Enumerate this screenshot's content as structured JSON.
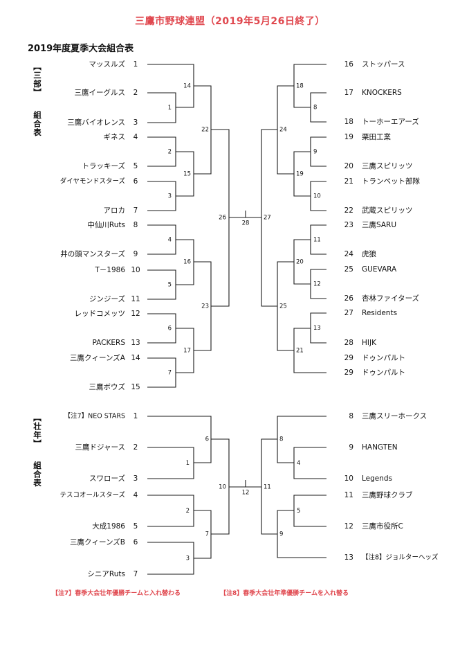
{
  "title": "三鷹市野球連盟（2019年5月26日終了）",
  "subtitle": "2019年度夏季大会組合表",
  "sections": [
    {
      "label_top": "【三部】",
      "label_bottom": "組合表"
    },
    {
      "label_top": "【壮年】",
      "label_bottom": "組合表"
    }
  ],
  "notes": [
    "【注7】春季大会壮年優勝チームと入れ替わる",
    "【注8】春季大会壮年準優勝チームを入れ替る"
  ],
  "teams": [
    {
      "n": "1",
      "name": "マッスルズ"
    },
    {
      "n": "2",
      "name": "三鷹イーグルス"
    },
    {
      "n": "3",
      "name": "三鷹バイオレンス"
    },
    {
      "n": "4",
      "name": "ギネス"
    },
    {
      "n": "5",
      "name": "トラッキーズ"
    },
    {
      "n": "6",
      "name": "ダイヤモンドスターズ"
    },
    {
      "n": "7",
      "name": "アロカ"
    },
    {
      "n": "8",
      "name": "中仙川Ruts"
    },
    {
      "n": "9",
      "name": "井の頭マンスターズ"
    },
    {
      "n": "10",
      "name": "T－1986"
    },
    {
      "n": "11",
      "name": "ジンジーズ"
    },
    {
      "n": "12",
      "name": "レッドコメッツ"
    },
    {
      "n": "13",
      "name": "PACKERS"
    },
    {
      "n": "14",
      "name": "三鷹クィーンズA"
    },
    {
      "n": "15",
      "name": "三鷹ボウズ"
    },
    {
      "n": "16",
      "name": "ストッパース"
    },
    {
      "n": "17",
      "name": "KNOCKERS"
    },
    {
      "n": "18",
      "name": "トーホーエアーズ"
    },
    {
      "n": "19",
      "name": "栗田工業"
    },
    {
      "n": "20",
      "name": "三鷹スピリッツ"
    },
    {
      "n": "21",
      "name": "トランペット部隊"
    },
    {
      "n": "22",
      "name": "武蔵スピリッツ"
    },
    {
      "n": "23",
      "name": "三鷹SARU"
    },
    {
      "n": "24",
      "name": "虎狼"
    },
    {
      "n": "25",
      "name": "GUEVARA"
    },
    {
      "n": "26",
      "name": "杏林ファイターズ"
    },
    {
      "n": "27",
      "name": "Residents"
    },
    {
      "n": "28",
      "name": "HIJK"
    },
    {
      "n": "29",
      "name": "ドゥンパルト"
    },
    {
      "n": "1",
      "name": "【注7】NEO STARS"
    },
    {
      "n": "2",
      "name": "三鷹ドジャース"
    },
    {
      "n": "3",
      "name": "スワローズ"
    },
    {
      "n": "4",
      "name": "テスコオールスターズ"
    },
    {
      "n": "5",
      "name": "大成1986"
    },
    {
      "n": "6",
      "name": "三鷹クィーンズB"
    },
    {
      "n": "7",
      "name": "シニアRuts"
    },
    {
      "n": "8",
      "name": "三鷹スリーホークス"
    },
    {
      "n": "9",
      "name": "HANGTEN"
    },
    {
      "n": "10",
      "name": "Legends"
    },
    {
      "n": "11",
      "name": "三鷹野球クラブ"
    },
    {
      "n": "12",
      "name": "三鷹市役所C"
    },
    {
      "n": "13",
      "name": "【注8】ジョルターヘッズ"
    }
  ],
  "match_numbers": [
    "1",
    "2",
    "3",
    "4",
    "5",
    "6",
    "7",
    "8",
    "9",
    "10",
    "11",
    "12",
    "13",
    "14",
    "15",
    "16",
    "17",
    "18",
    "19",
    "20",
    "21",
    "22",
    "23",
    "24",
    "25",
    "26",
    "27",
    "28",
    "1",
    "2",
    "3",
    "4",
    "5",
    "6",
    "7",
    "8",
    "9",
    "10",
    "11",
    "12"
  ]
}
